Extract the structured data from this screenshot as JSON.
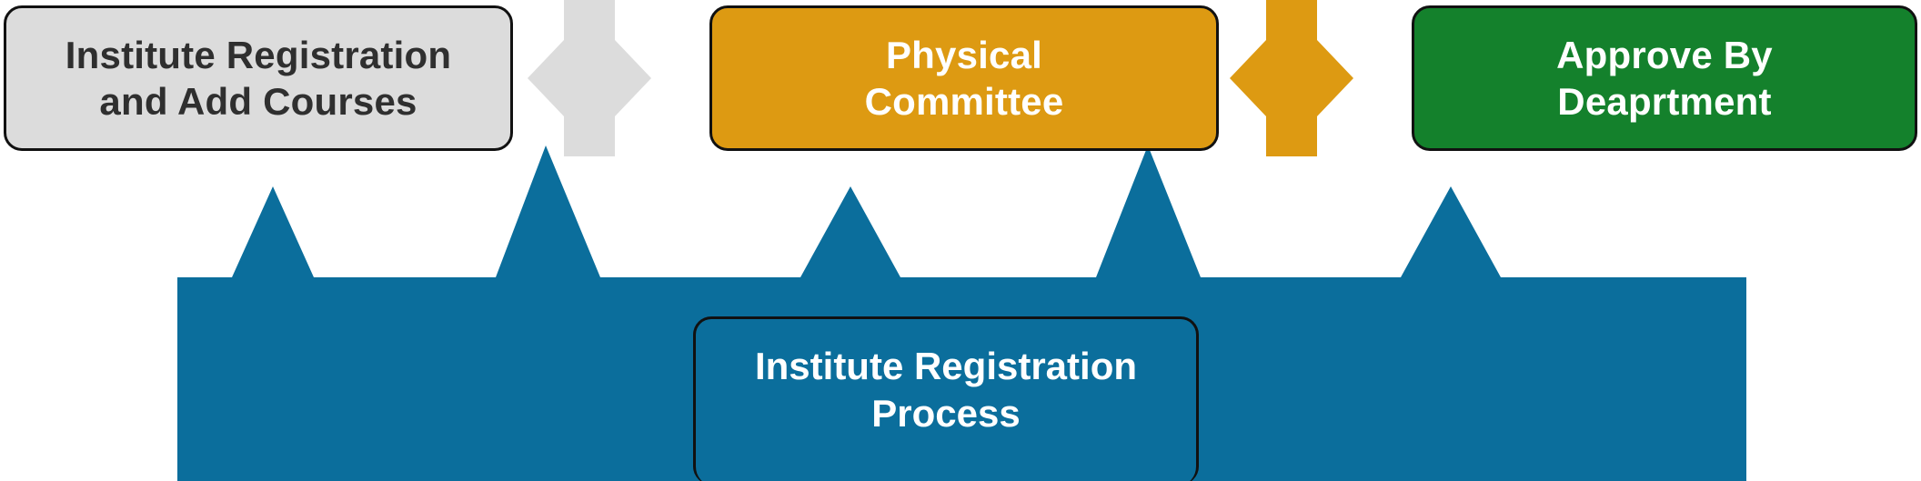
{
  "diagram": {
    "title": "Institute Registration Process",
    "type": "process-flow",
    "colors": {
      "stage_1_fill": "#dcdcdc",
      "stage_1_text": "#2f2f2f",
      "stage_2_fill": "#dd9a12",
      "stage_2_text": "#ffffff",
      "stage_3_fill": "#14812c",
      "stage_3_text": "#ffffff",
      "banner_fill": "#0b6e9c",
      "label_fill": "#0b6e9c",
      "label_text": "#ffffff",
      "outline": "#111111",
      "background": "#ffffff"
    },
    "stages": [
      {
        "id": "institute-registration-and-add-courses",
        "line_1": "Institute Registration",
        "line_2": "and Add Courses",
        "fill": "#dcdcdc"
      },
      {
        "id": "physical-committee",
        "line_1": "Physical",
        "line_2": "Committee",
        "fill": "#dd9a12"
      },
      {
        "id": "approve-by-deaprtment",
        "line_1": "Approve By",
        "line_2": "Deaprtment",
        "fill": "#14812c"
      }
    ],
    "connectors": [
      {
        "id": "connector-1",
        "shape": "hexagon-arrow",
        "fill": "#dcdcdc"
      },
      {
        "id": "connector-2",
        "shape": "hexagon-arrow",
        "fill": "#dd9a12"
      }
    ],
    "banner": {
      "id": "process-banner",
      "fill": "#0b6e9c",
      "peaks": 5
    },
    "process_label": {
      "line_1": "Institute Registration",
      "line_2": "Process",
      "fill": "#0b6e9c",
      "text_color": "#ffffff"
    }
  }
}
